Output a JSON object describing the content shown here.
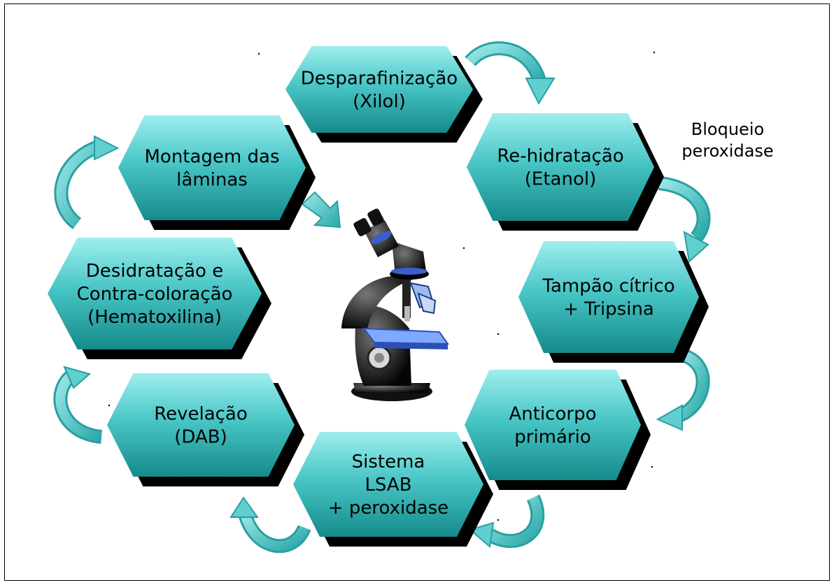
{
  "diagram": {
    "steps": [
      {
        "id": "desparafinizacao",
        "lines": [
          "Desparafinização",
          "(Xilol)"
        ]
      },
      {
        "id": "rehidratacao",
        "lines": [
          "Re-hidratação",
          "(Etanol)"
        ]
      },
      {
        "id": "tampao",
        "lines": [
          "Tampão cítrico",
          "+ Tripsina"
        ]
      },
      {
        "id": "anticorpo",
        "lines": [
          "Anticorpo",
          "primário"
        ]
      },
      {
        "id": "sistema",
        "lines": [
          "Sistema",
          "LSAB",
          "+ peroxidase"
        ]
      },
      {
        "id": "revelacao",
        "lines": [
          "Revelação",
          "(DAB)"
        ]
      },
      {
        "id": "desidratacao",
        "lines": [
          "Desidratação e",
          "Contra-coloração",
          "(Hematoxilina)"
        ]
      },
      {
        "id": "montagem",
        "lines": [
          "Montagem das",
          "lâminas"
        ]
      }
    ],
    "side_label": [
      "Bloqueio",
      "peroxidase"
    ],
    "center_image": "microscope-icon",
    "colors": {
      "hex_light": "#8fe6e6",
      "hex_mid": "#33b8b8",
      "hex_dark": "#0f7f80",
      "shadow": "#000000",
      "arrow": "#5fcfd0",
      "arrow_dark": "#2a9fa0"
    }
  }
}
